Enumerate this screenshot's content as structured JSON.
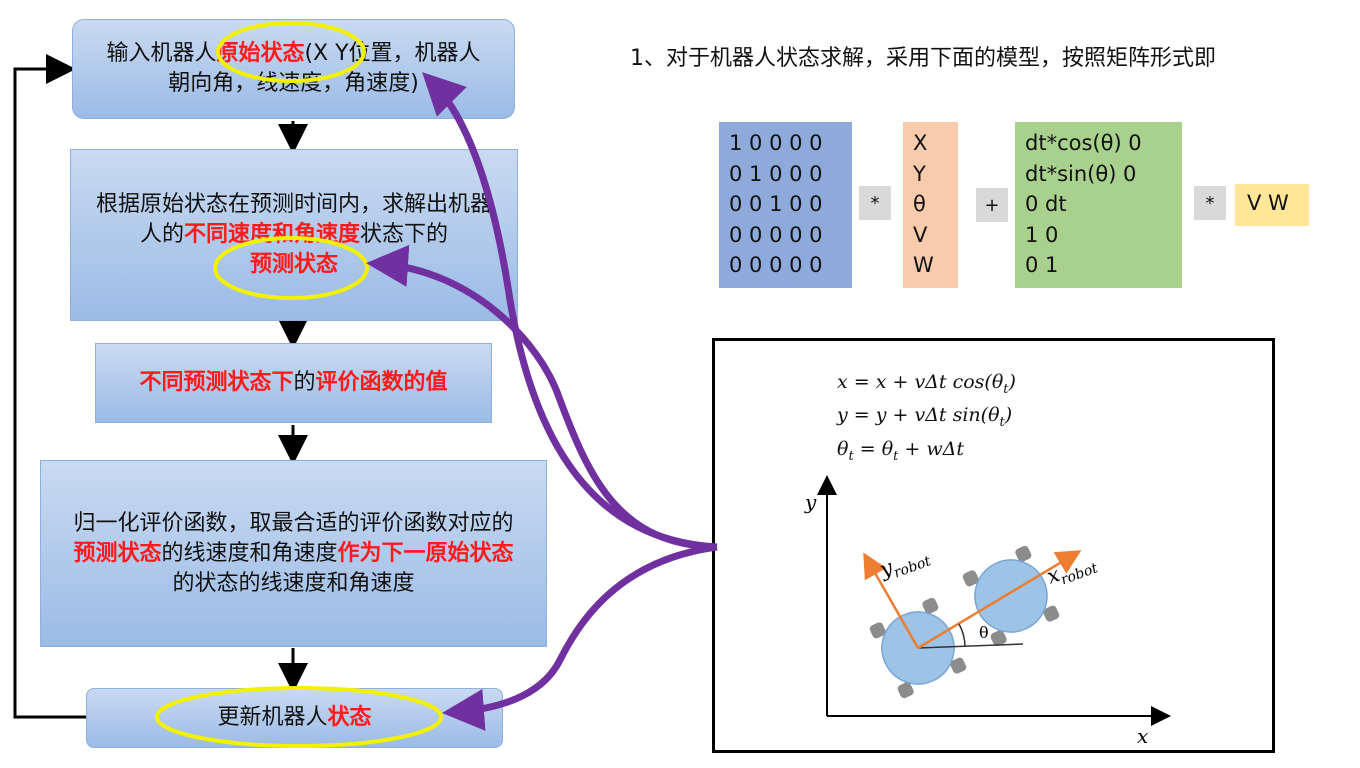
{
  "flowchart": {
    "step1": {
      "pre": "输入机器人",
      "highlight": "原始状态",
      "post": "(X Y位置，机器人朝向角，线速度，角速度)"
    },
    "step2": {
      "pre": "根据原始状态在预测时间内，求解出机器人的",
      "highlight1": "不同速度和角速度",
      "mid": "状态下的",
      "highlight2": "预测状态"
    },
    "step3": {
      "highlight1": "不同预测状态下",
      "mid": "的",
      "highlight2": "评价函数的值"
    },
    "step4": {
      "pre": "归一化评价函数，取最合适的评价函数对应的",
      "highlight1": "预测状态",
      "mid": "的线速度和角速度",
      "highlight2": "作为下一原始状态",
      "post": "的状态的线速度和角速度"
    },
    "step5": {
      "pre": "更新机器人",
      "highlight": "状态"
    }
  },
  "model": {
    "title": "1、对于机器人状态求解，采用下面的模型，按照矩阵形式即",
    "matrix_a": [
      "1 0 0 0 0",
      "0 1 0 0 0",
      "0 0 1 0 0",
      "0 0 0 0 0",
      "0 0 0 0 0"
    ],
    "state_vector": [
      "X",
      "Y",
      "θ",
      "V",
      "W"
    ],
    "matrix_b": [
      "dt*cos(θ) 0",
      "dt*sin(θ) 0",
      "0 dt",
      "1 0",
      "0 1"
    ],
    "input_vector": "V W",
    "op_multiply": "*",
    "op_plus": "+"
  },
  "figure": {
    "eq1_lhs": "x",
    "eq1_rhs": "= x + vΔt cos(θ",
    "eq2_lhs": "y",
    "eq2_rhs": "= y + vΔt sin(θ",
    "eq3_lhs": "θ",
    "eq3_rhs": "= θ",
    "eq3_tail": " + wΔt",
    "sub_t": "t",
    "close_paren": ")",
    "axis_x": "x",
    "axis_y": "y",
    "robot_x_label": "x",
    "robot_y_label": "y",
    "robot_sub": "robot",
    "theta_label": "θ"
  },
  "colors": {
    "box_top": "#c9daf1",
    "box_bottom": "#9bbbe6",
    "highlight_red": "#ff1a1a",
    "ellipse_yellow": "#f2f200",
    "arrow_purple": "#7030a0",
    "matrix_a_bg": "#8eaadb",
    "state_bg": "#f8cbad",
    "matrix_b_bg": "#a9d18e",
    "input_bg": "#ffe699",
    "op_bg": "#d9d9d9",
    "axis_orange": "#ed7d31",
    "robot_blue": "#9dc3e6"
  }
}
